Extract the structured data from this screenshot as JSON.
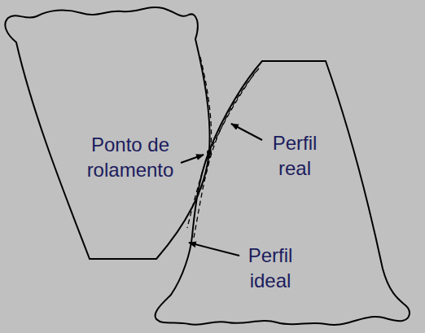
{
  "diagram": {
    "labels": [
      "Ponto de rolamento",
      "Perfil real",
      "Perfil ideal"
    ]
  }
}
